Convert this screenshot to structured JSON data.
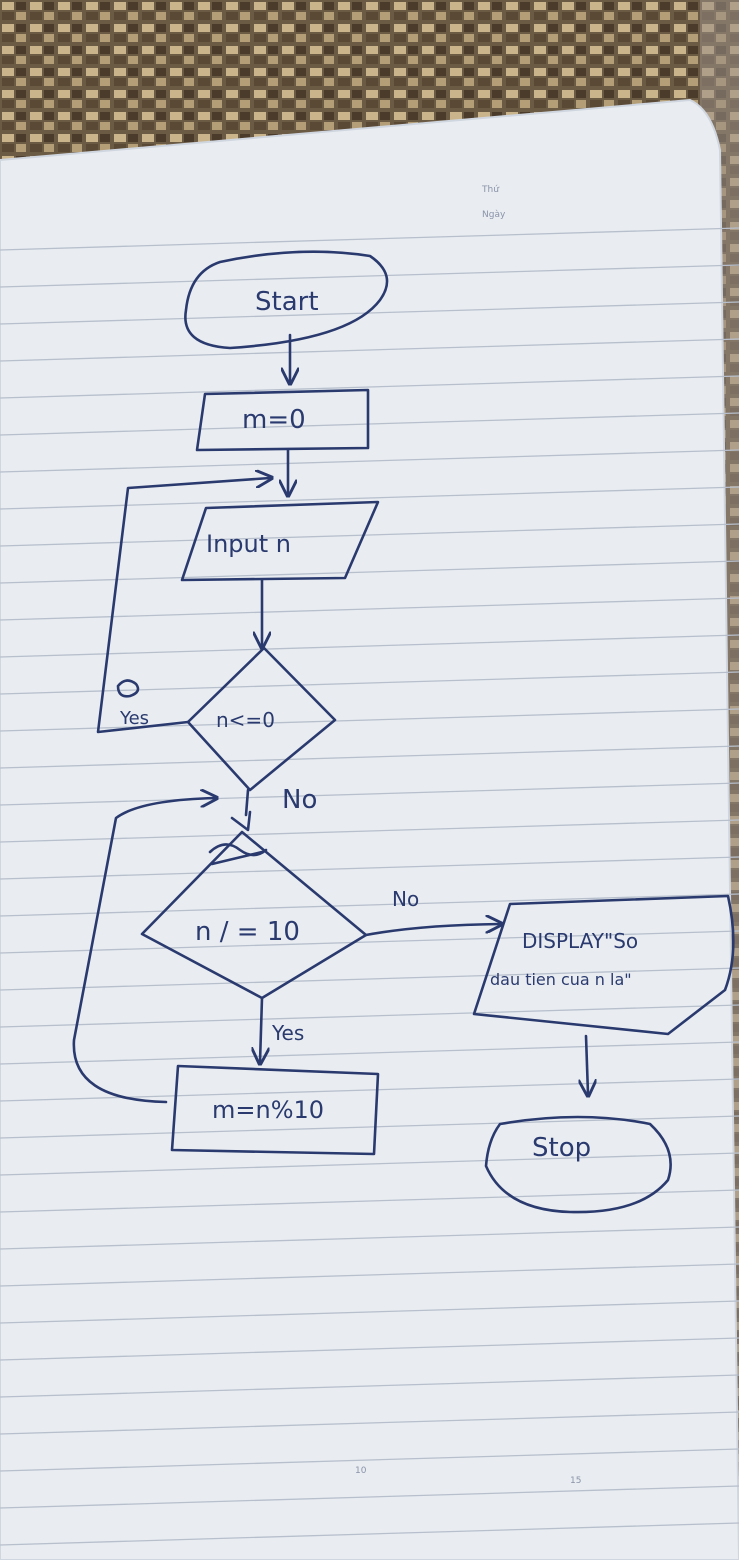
{
  "paper": {
    "header_labels": [
      "Thứ",
      "Ngày"
    ],
    "page_numbers": [
      "10",
      "15"
    ]
  },
  "flowchart": {
    "start_label": "Start",
    "init_label": "m=0",
    "input_label": "Input n",
    "check1_label": "n<=0",
    "check1_yes": "Yes",
    "check1_no": "No",
    "check2_label": "n / = 10",
    "check2_no": "No",
    "check2_yes": "Yes",
    "process_label": "m=n%10",
    "display_line1": "DISPLAY\"So",
    "display_line2": "dau tien cua n la\"",
    "stop_label": "Stop"
  },
  "colors": {
    "ink": "#2a3a6e",
    "paper": "#eef1f5",
    "rule_line": "#b7bfcc",
    "fabric": "#7a6a55"
  }
}
